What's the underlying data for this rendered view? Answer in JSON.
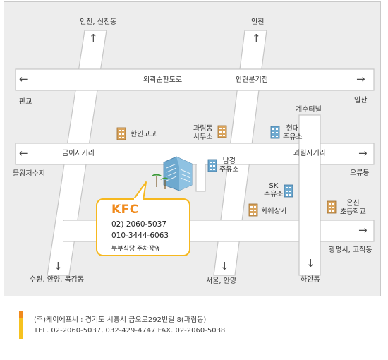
{
  "map": {
    "places": {
      "top_left_road": "인천, 신천동",
      "top_right_road": "인천",
      "ring_road": "외곽순환도로",
      "junction": "안현분기점",
      "pangyo": "판교",
      "ilsan": "일산",
      "geumi": "금이사거리",
      "gwarim_cross": "과림사거리",
      "mulwang": "물왕저수지",
      "oryu": "오류동",
      "gyesu": "계수터널",
      "suwon": "수원, 안양, 목감동",
      "seoul": "서울, 안양",
      "haan": "하안동",
      "gwangmyeong": "광명시, 고척동"
    },
    "landmarks": {
      "hanin": "한인고교",
      "office": [
        "과림동",
        "사무소"
      ],
      "hyundai": [
        "현대",
        "주유소"
      ],
      "namgyeong": [
        "남경",
        "주유소"
      ],
      "sk": [
        "SK",
        "주유소"
      ],
      "hwahoe": "화훼상가",
      "onsin": [
        "온신",
        "초등학교"
      ]
    },
    "kfc": {
      "title": "KFC",
      "phone1": "02) 2060-5037",
      "phone2": "010-3444-6063",
      "note": "부부식당 주차장옆"
    }
  },
  "footer": {
    "line1": "(주)케이에프씨  :  경기도 시흥시 금오로292번길 8(과림동)",
    "line2": "TEL. 02-2060-5037, 032-429-4747   FAX. 02-2060-5038"
  },
  "colors": {
    "road_fill": "#ffffff",
    "road_stroke": "#c6c6c6",
    "kfc_orange": "#f08a1c",
    "kfc_border": "#f6b81f"
  },
  "icons": {
    "arrow_left": "←",
    "arrow_right": "→",
    "arrow_up": "↑",
    "arrow_down": "↓"
  }
}
